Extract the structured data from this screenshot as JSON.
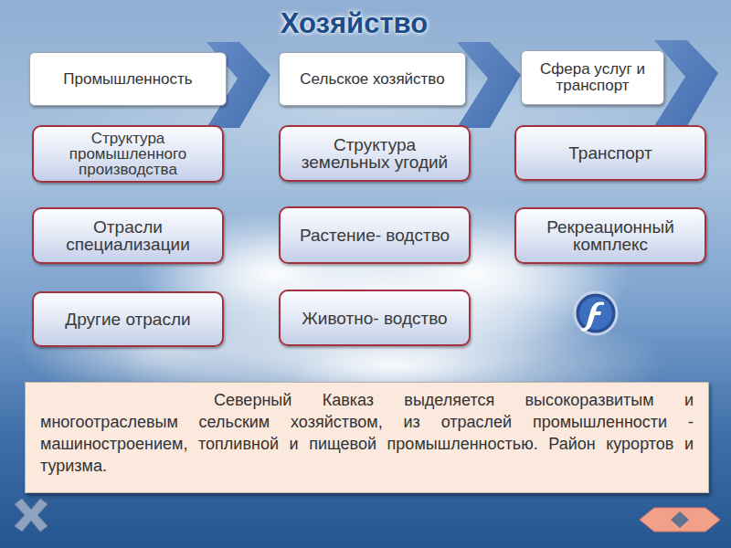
{
  "diagram": {
    "title": "Хозяйство",
    "nodes": [
      {
        "text": [
          "Промышленность"
        ]
      },
      {
        "text": [
          "Сельское хозяйство"
        ]
      },
      {
        "text": [
          "Сфера услуг и транспорт"
        ]
      },
      {
        "text": [
          "Структура промышленного производства"
        ]
      },
      {
        "text": [
          "Структура земельных угодий"
        ]
      },
      {
        "text": [
          "Транспорт"
        ]
      },
      {
        "text": [
          "Отрасли специализации"
        ]
      },
      {
        "text": [
          "Растение- водство"
        ]
      },
      {
        "text": [
          "Рекреационный комплекс"
        ]
      },
      {
        "text": [
          "Другие отрасли"
        ]
      },
      {
        "text": [
          "Животно- водство"
        ]
      },
      {
        "text": [
          "Северный Кавказ выделяется высокоразвитым и многоотраслевым сельским хозяйством, из отраслей промышленности - машиностроением, топливной и пищевой промышленностью. Район курортов и туризма."
        ]
      }
    ]
  }
}
